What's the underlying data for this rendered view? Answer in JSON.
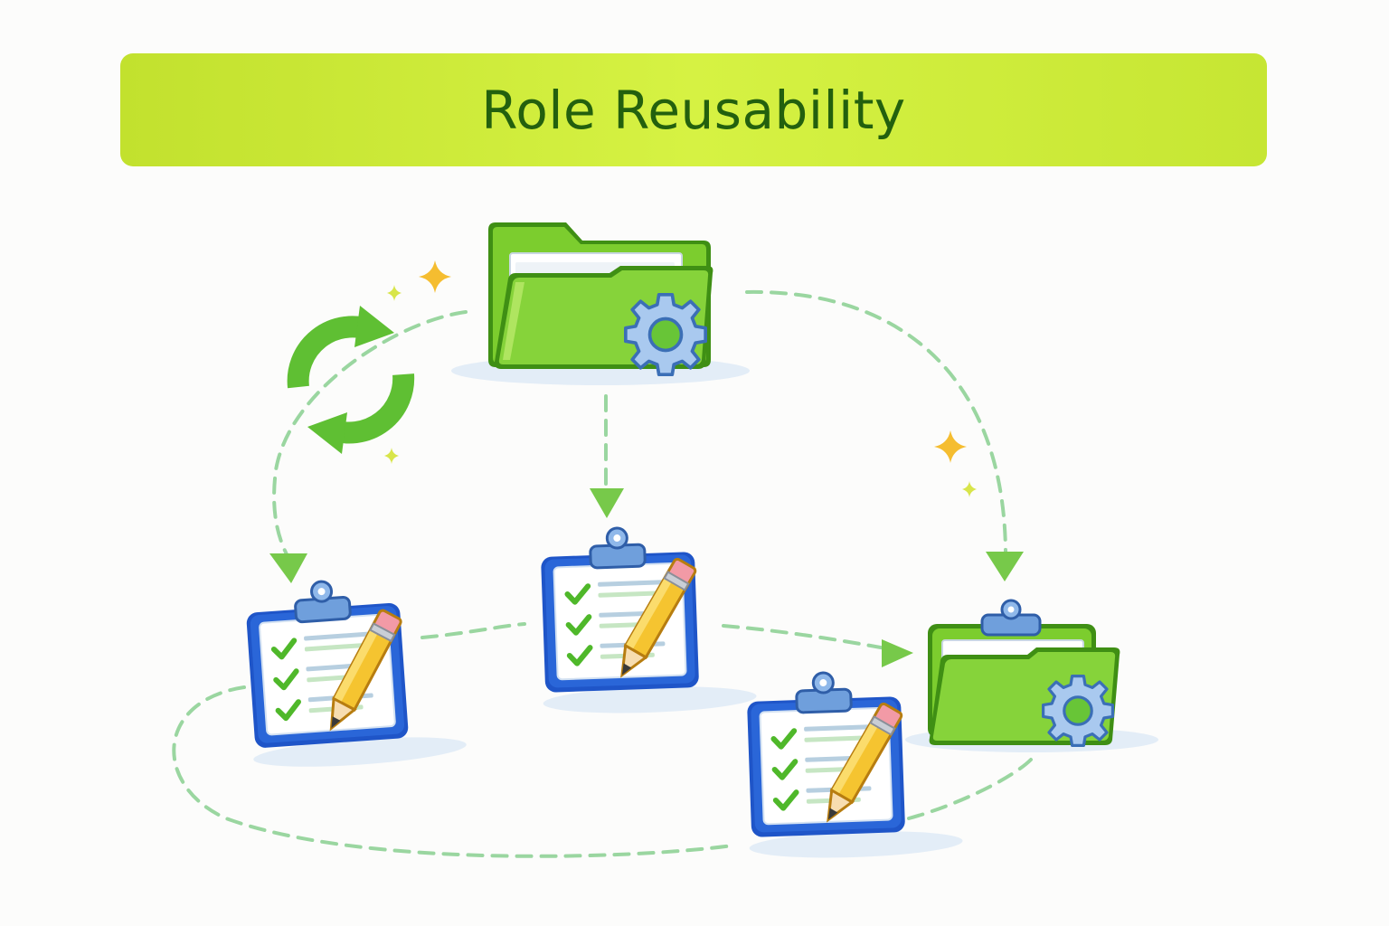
{
  "title": "Role Reusability",
  "colors": {
    "banner": "#ccea38",
    "title_text": "#23600e",
    "folder_green": "#7ccd2e",
    "folder_dark": "#3f8f14",
    "clipboard_blue": "#1f55c8",
    "gear_blue": "#a9c9ef",
    "check_green": "#4fb82a",
    "pencil_yellow": "#f5c430",
    "dashed_line": "#9ad6a0",
    "arrow_green": "#77c94a",
    "sparkle": "#f5bd30"
  },
  "nodes": [
    {
      "id": "role-folder-source",
      "icon": "folder-gear-icon"
    },
    {
      "id": "playbook-left",
      "icon": "clipboard-checklist-icon"
    },
    {
      "id": "playbook-center",
      "icon": "clipboard-checklist-icon"
    },
    {
      "id": "playbook-bottom",
      "icon": "clipboard-checklist-icon"
    },
    {
      "id": "role-folder-target",
      "icon": "folder-clipboard-gear-icon"
    }
  ],
  "decorations": [
    "refresh-cycle-icon",
    "sparkle-icon"
  ]
}
